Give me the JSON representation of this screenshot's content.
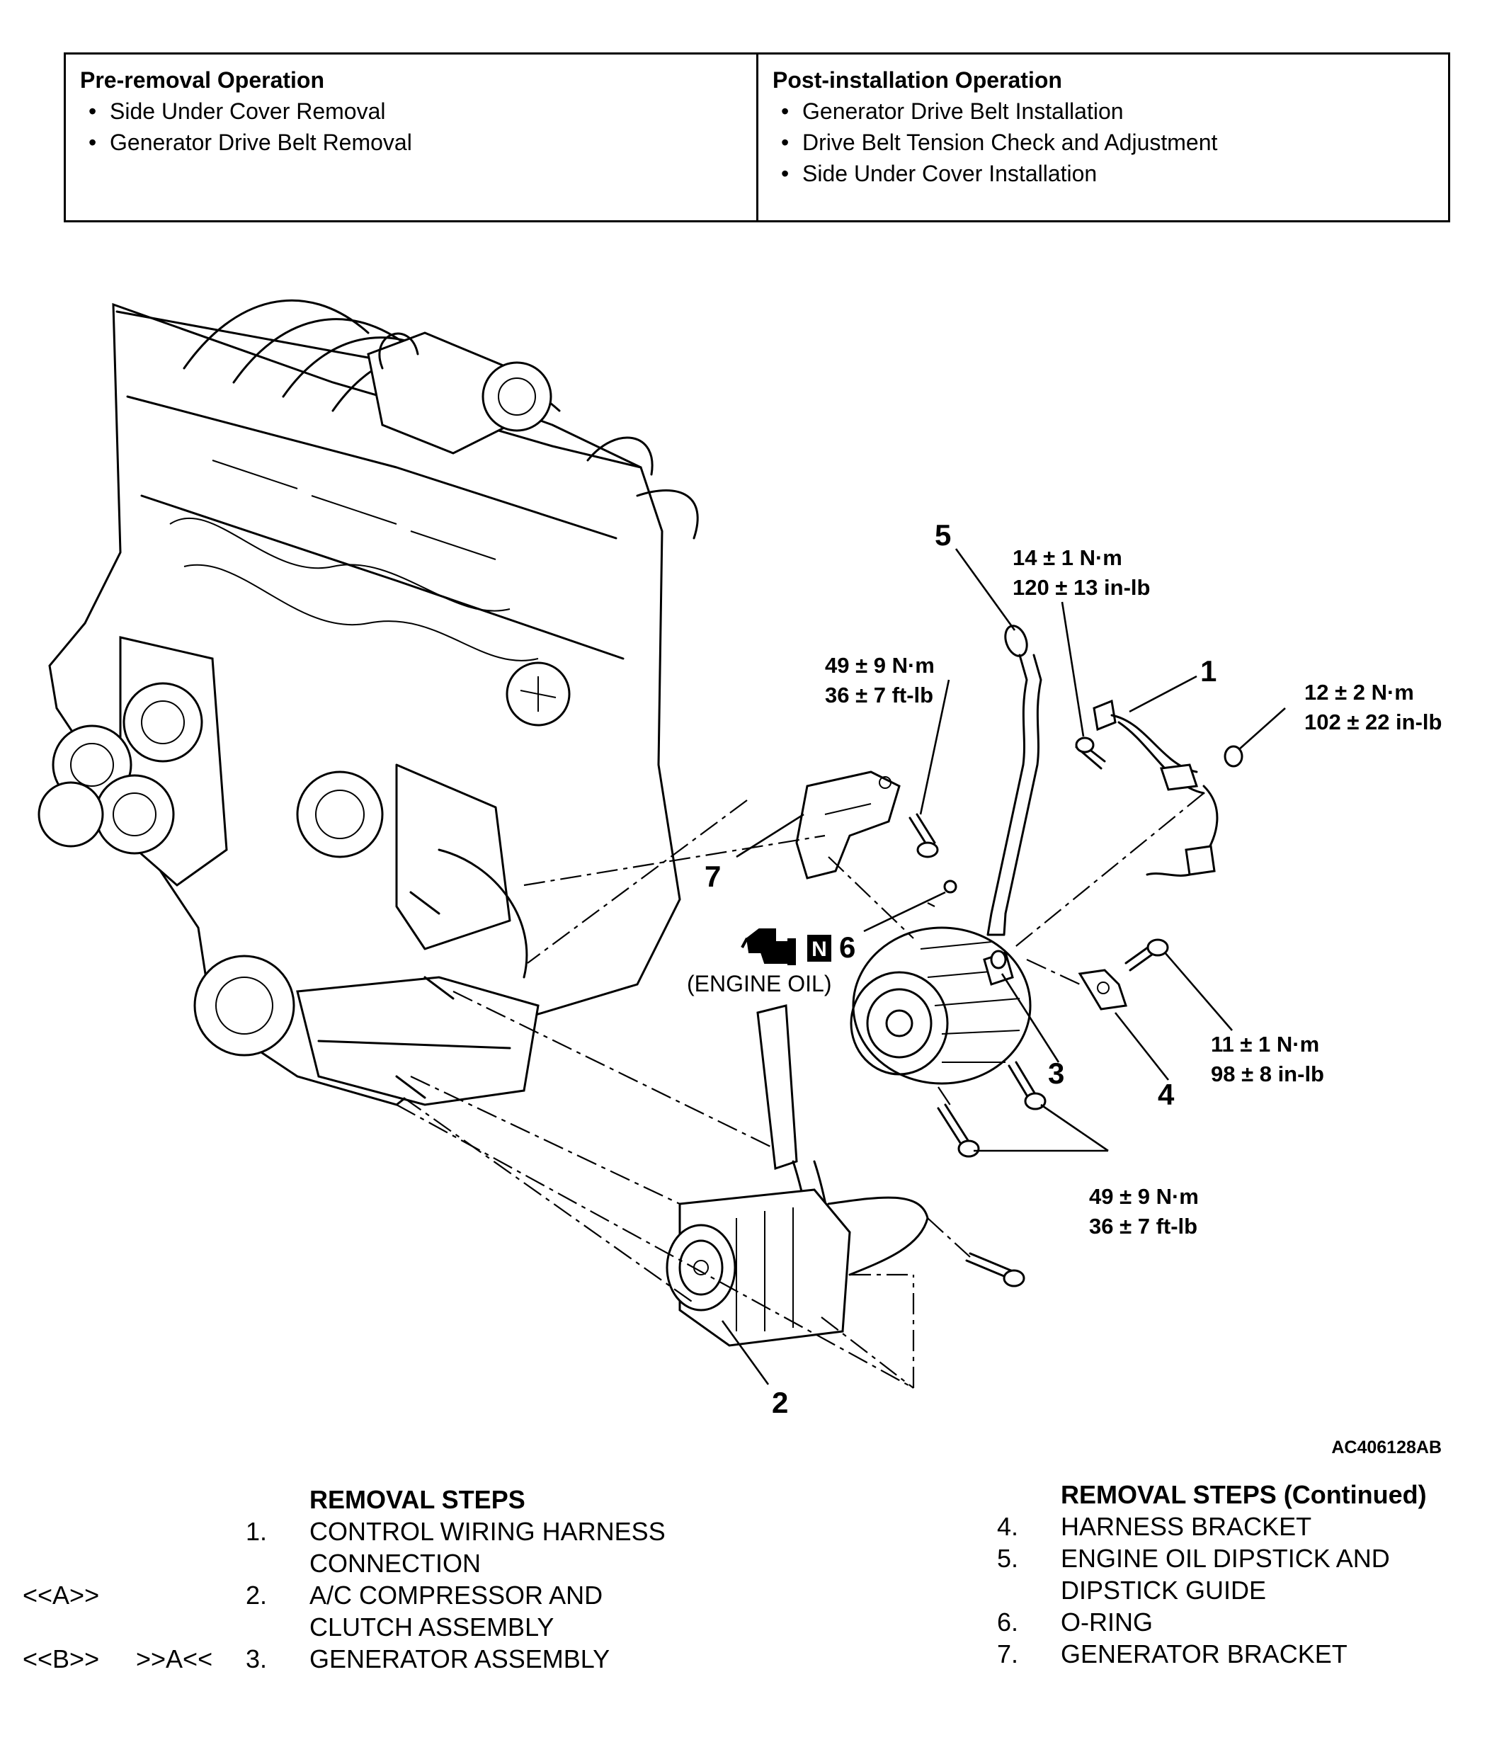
{
  "operations": {
    "pre_removal": {
      "title": "Pre-removal Operation",
      "items": [
        "Side Under Cover Removal",
        "Generator Drive Belt Removal"
      ]
    },
    "post_installation": {
      "title": "Post-installation Operation",
      "items": [
        "Generator Drive Belt Installation",
        "Drive Belt Tension Check and Adjustment",
        "Side Under Cover Installation"
      ]
    }
  },
  "diagram": {
    "figure_id": "AC406128AB",
    "callouts": {
      "c1": "1",
      "c2": "2",
      "c3": "3",
      "c4": "4",
      "c5": "5",
      "c6": "6",
      "c7": "7"
    },
    "oil_badge": "N",
    "oil_label": "(ENGINE OIL)",
    "torques": {
      "t_harness_bolt": [
        "14 ± 1 N·m",
        "120 ± 13 in-lb"
      ],
      "t_harness_nut": [
        "12 ± 2 N·m",
        "102 ± 22 in-lb"
      ],
      "t_bracket_bolt": [
        "49 ± 9 N·m",
        "36 ± 7 ft-lb"
      ],
      "t_harness_bracket": [
        "11 ± 1 N·m",
        "98 ± 8 in-lb"
      ],
      "t_generator_bolts": [
        "49 ± 9 N·m",
        "36 ± 7 ft-lb"
      ]
    }
  },
  "removal_steps": {
    "title": "REMOVAL STEPS",
    "continued_title": "REMOVAL STEPS (Continued)",
    "left": [
      {
        "mark1": "",
        "mark2": "",
        "num": "1.",
        "lines": [
          "CONTROL WIRING HARNESS",
          "CONNECTION"
        ]
      },
      {
        "mark1": "<<A>>",
        "mark2": "",
        "num": "2.",
        "lines": [
          "A/C COMPRESSOR AND",
          "CLUTCH ASSEMBLY"
        ]
      },
      {
        "mark1": "<<B>>",
        "mark2": ">>A<<",
        "num": "3.",
        "lines": [
          "GENERATOR ASSEMBLY"
        ]
      }
    ],
    "right": [
      {
        "num": "4.",
        "lines": [
          "HARNESS BRACKET"
        ]
      },
      {
        "num": "5.",
        "lines": [
          "ENGINE OIL DIPSTICK AND",
          "DIPSTICK GUIDE"
        ]
      },
      {
        "num": "6.",
        "lines": [
          "O-RING"
        ]
      },
      {
        "num": "7.",
        "lines": [
          "GENERATOR BRACKET"
        ]
      }
    ]
  }
}
